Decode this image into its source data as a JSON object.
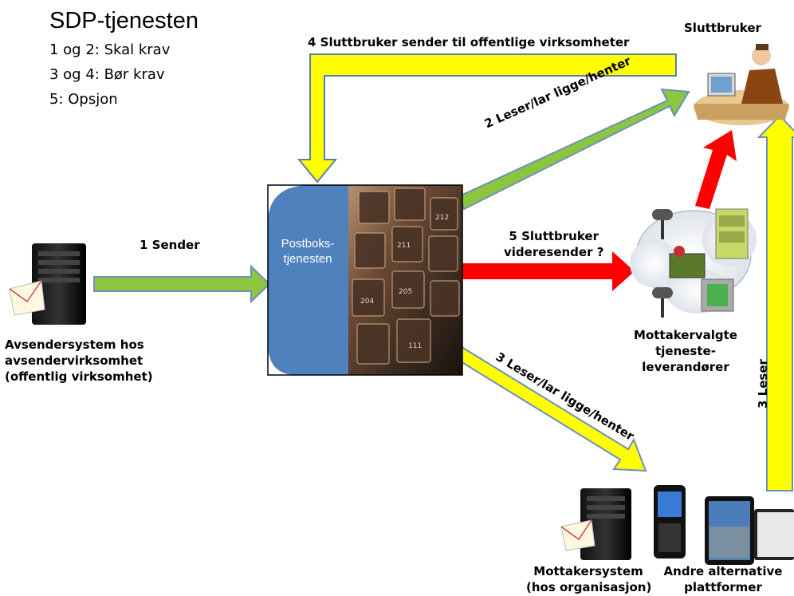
{
  "title": "SDP-tjenesten",
  "legend": [
    "1 og 2: Skal krav",
    "3 og 4: Bør krav",
    "5: Opsjon"
  ],
  "nodes": {
    "sender": "Avsendersystem hos\navsendervirksomhet\n(offentlig virksomhet)",
    "postbox": "Postboks-\ntjenesten",
    "enduser": "Sluttbruker",
    "providers": "Mottakervalgte\ntjeneste-\nleverandører",
    "receiver": "Mottakersystem\n(hos organisasjon)",
    "platforms": "Andre alternative\nplattformer"
  },
  "arrows": {
    "a1": "1 Sender",
    "a2": "2 Leser/lar ligge/henter",
    "a3": "3 Leser/lar ligge/henter",
    "a3b": "3 Leser",
    "a4": "4 Sluttbruker sender til offentlige virksomheter",
    "a5": "5 Sluttbruker\nvideresender ?"
  },
  "colors": {
    "green": "#8cc63e",
    "yellow": "#ffff00",
    "red": "#ff0000",
    "box": "#4f81bd",
    "outline": "#6e8fbd"
  },
  "mailbox_numbers": [
    "211",
    "212",
    "205",
    "204",
    "111"
  ]
}
